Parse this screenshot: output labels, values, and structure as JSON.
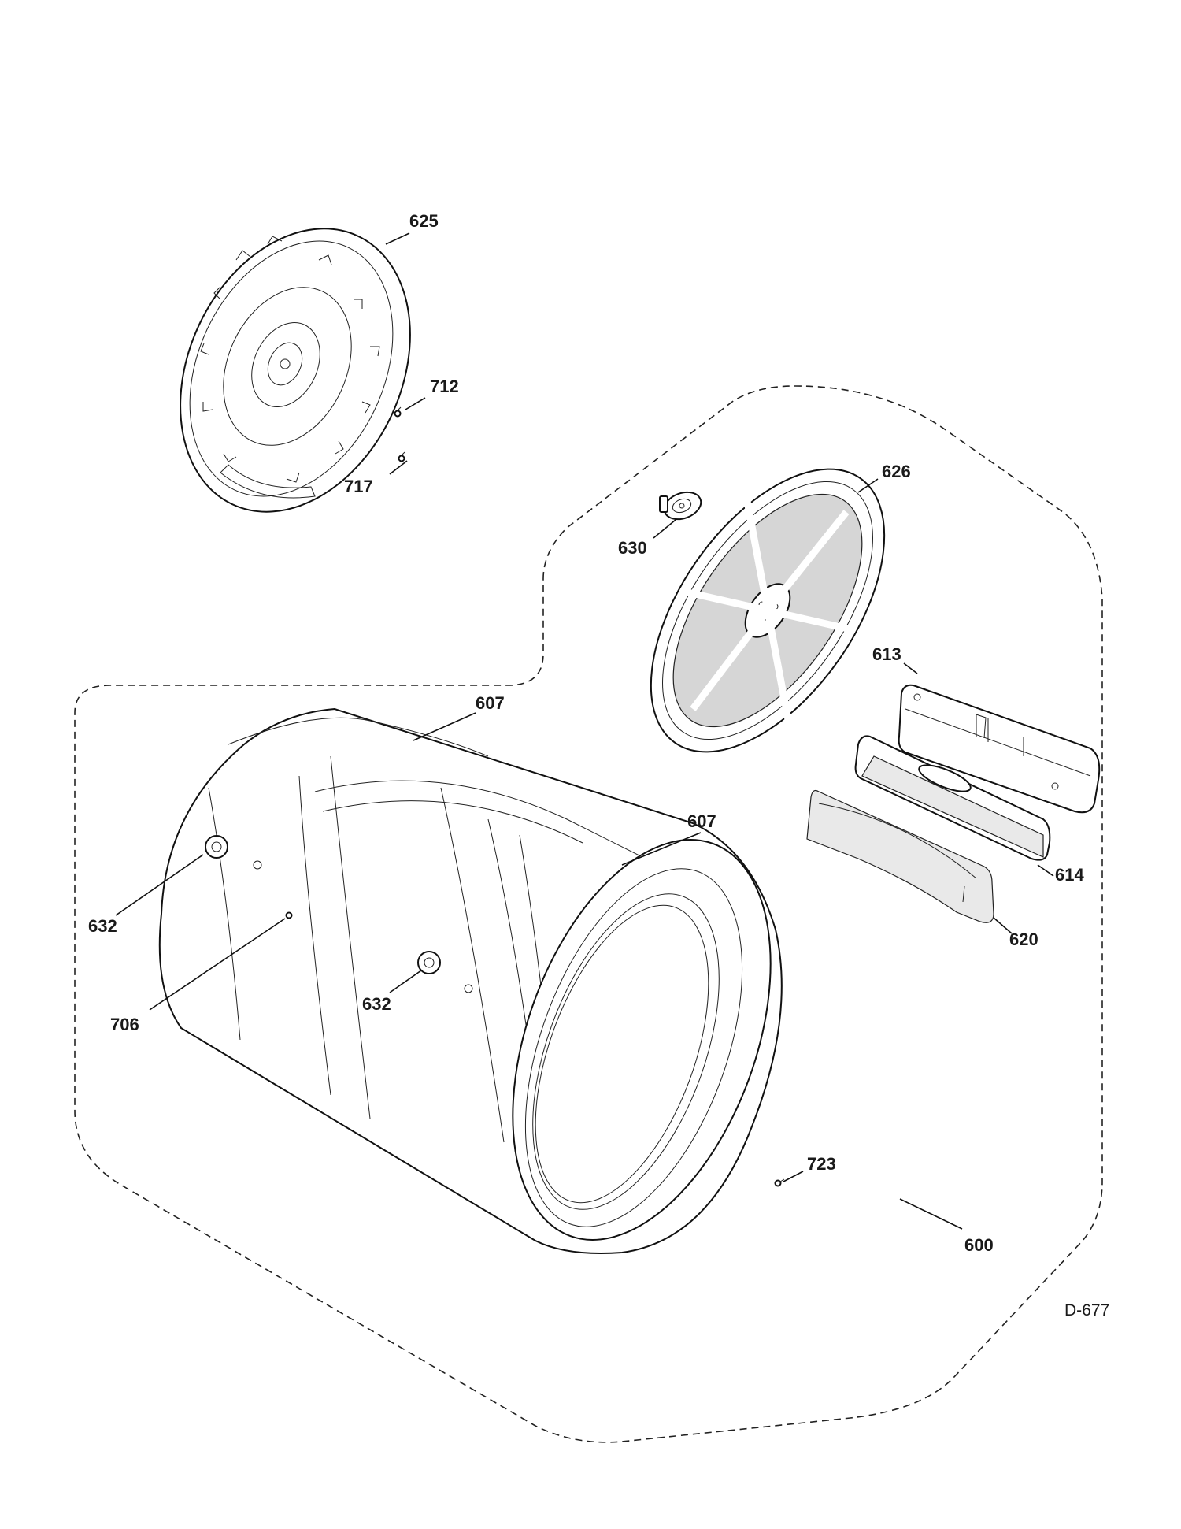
{
  "callouts": [
    {
      "id": "625",
      "text": "625"
    },
    {
      "id": "712",
      "text": "712"
    },
    {
      "id": "717",
      "text": "717"
    },
    {
      "id": "626",
      "text": "626"
    },
    {
      "id": "630",
      "text": "630"
    },
    {
      "id": "613",
      "text": "613"
    },
    {
      "id": "607a",
      "text": "607"
    },
    {
      "id": "607b",
      "text": "607"
    },
    {
      "id": "614",
      "text": "614"
    },
    {
      "id": "632a",
      "text": "632"
    },
    {
      "id": "620",
      "text": "620"
    },
    {
      "id": "706",
      "text": "706"
    },
    {
      "id": "632b",
      "text": "632"
    },
    {
      "id": "723",
      "text": "723"
    },
    {
      "id": "600",
      "text": "600"
    }
  ],
  "diagram_code": "D-677"
}
